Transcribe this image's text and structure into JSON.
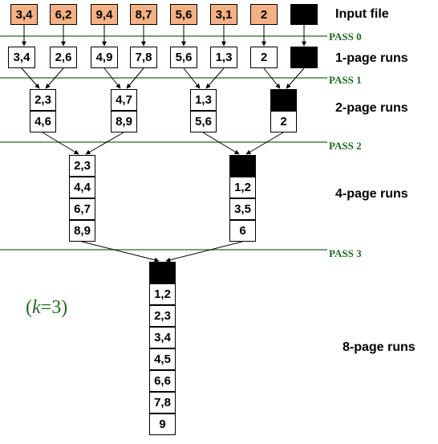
{
  "colors": {
    "input_fill": "#f4b183",
    "pass_line": "#1e6b1e",
    "pass_text": "#1e6b1e"
  },
  "labels": {
    "input_file": "Input file",
    "runs_1": "1-page runs",
    "runs_2": "2-page runs",
    "runs_4": "4-page runs",
    "runs_8": "8-page runs"
  },
  "passes": [
    "PASS 0",
    "PASS 1",
    "PASS 2",
    "PASS 3"
  ],
  "k_param": {
    "open": "(",
    "k": "k",
    "eq": "=3)"
  },
  "input_pages": [
    "3,4",
    "6,2",
    "9,4",
    "8,7",
    "5,6",
    "3,1",
    "2",
    ""
  ],
  "runs_1page": [
    [
      "3,4"
    ],
    [
      "2,6"
    ],
    [
      "4,9"
    ],
    [
      "7,8"
    ],
    [
      "5,6"
    ],
    [
      "1,3"
    ],
    [
      "2"
    ],
    [
      ""
    ]
  ],
  "runs_2page": [
    [
      "2,3",
      "4,6"
    ],
    [
      "4,7",
      "8,9"
    ],
    [
      "1,3",
      "5,6"
    ],
    [
      "",
      "2"
    ]
  ],
  "runs_4page": [
    [
      "2,3",
      "4,4",
      "6,7",
      "8,9"
    ],
    [
      "",
      "1,2",
      "3,5",
      "6"
    ]
  ],
  "runs_8page": [
    [
      "",
      "1,2",
      "2,3",
      "3,4",
      "4,5",
      "6,6",
      "7,8",
      "9"
    ]
  ]
}
